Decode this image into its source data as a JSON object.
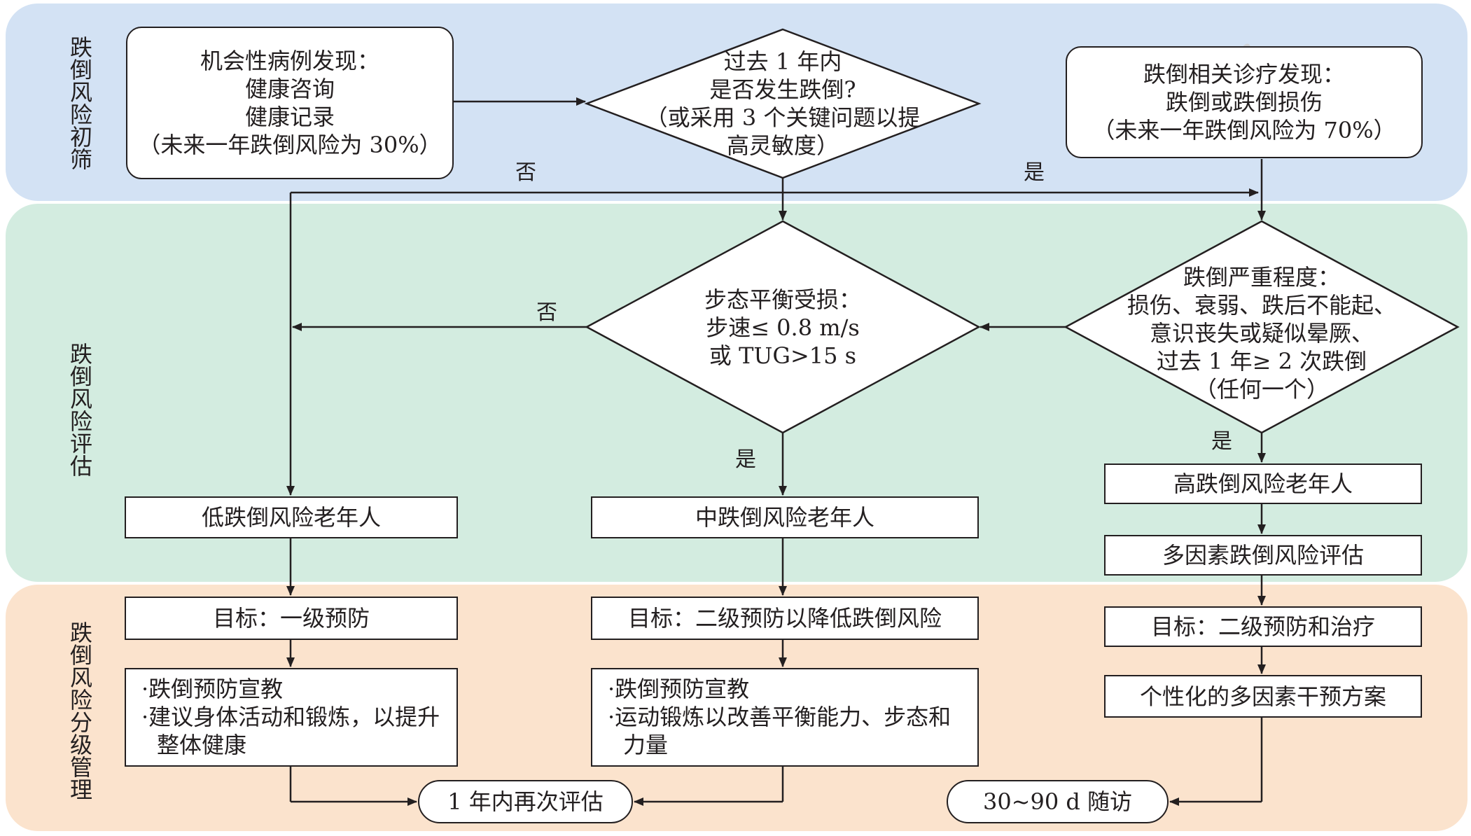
{
  "bands": {
    "screening": "跌倒风险初筛",
    "assessment": "跌倒风险评估",
    "management": "跌倒风险分级管理"
  },
  "screening": {
    "opportunistic": {
      "line1": "机会性病例发现：",
      "line2": "健康咨询",
      "line3": "健康记录",
      "line4": "（未来一年跌倒风险为 30%）"
    },
    "question": {
      "line1": "过去 1 年内",
      "line2": "是否发生跌倒?",
      "line3": "（或采用 3 个关键问题以提",
      "line4": "高灵敏度）"
    },
    "clinical": {
      "line1": "跌倒相关诊疗发现：",
      "line2": "跌倒或跌倒损伤",
      "line3": "（未来一年跌倒风险为 70%）"
    },
    "label_no": "否",
    "label_yes": "是"
  },
  "assessment": {
    "gait": {
      "line1": "步态平衡受损：",
      "line2": "步速≤ 0.8 m/s",
      "line3": "或 TUG>15 s"
    },
    "severity": {
      "line1": "跌倒严重程度：",
      "line2": "损伤、衰弱、跌后不能起、",
      "line3": "意识丧失或疑似晕厥、",
      "line4": "过去 1 年≥ 2 次跌倒",
      "line5": "（任何一个）"
    },
    "label_gait_no": "否",
    "label_gait_yes": "是",
    "label_severity_yes": "是",
    "low_risk": "低跌倒风险老年人",
    "mid_risk": "中跌倒风险老年人",
    "high_risk": "高跌倒风险老年人",
    "multifactor": "多因素跌倒风险评估"
  },
  "management": {
    "low_goal": "目标：一级预防",
    "mid_goal": "目标：二级预防以降低跌倒风险",
    "high_goal": "目标：二级预防和治疗",
    "low_actions": {
      "item1": "·跌倒预防宣教",
      "item2": "·建议身体活动和锻炼，以提升整体健康"
    },
    "mid_actions": {
      "item1": "·跌倒预防宣教",
      "item2": "·运动锻炼以改善平衡能力、步态和力量"
    },
    "high_actions": "个性化的多因素干预方案",
    "reassess": "1 年内再次评估",
    "followup": "30~90 d 随访"
  },
  "colors": {
    "band_screening": "#d3e2f4",
    "band_assessment": "#d3ece0",
    "band_management": "#fbe3cd",
    "stroke": "#231f20"
  }
}
